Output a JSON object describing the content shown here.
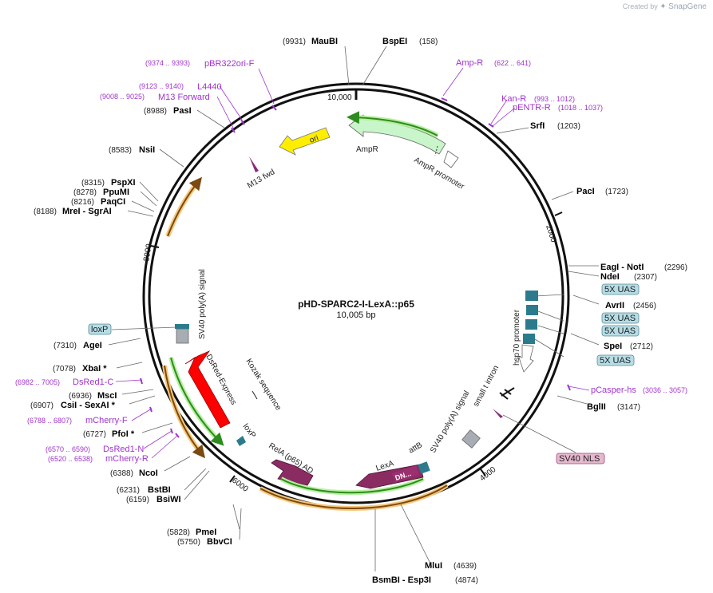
{
  "watermark": {
    "prefix": "Created by",
    "brand": "SnapGene"
  },
  "plasmid": {
    "name": "pHD-SPARC2-I-LexA::p65",
    "length_label": "10,005 bp"
  },
  "ticks": [
    "10,000",
    "2000",
    "4000",
    "6000",
    "8000"
  ],
  "sites": [
    {
      "name": "MauBI",
      "pos": "(9931)"
    },
    {
      "name": "BspEI",
      "pos": "(158)"
    },
    {
      "name": "SrfI",
      "pos": "(1203)"
    },
    {
      "name": "PacI",
      "pos": "(1723)"
    },
    {
      "name": "EagI  -  NotI",
      "pos": "(2296)"
    },
    {
      "name": "NdeI",
      "pos": "(2307)"
    },
    {
      "name": "AvrII",
      "pos": "(2456)"
    },
    {
      "name": "SpeI",
      "pos": "(2712)"
    },
    {
      "name": "BglII",
      "pos": "(3147)"
    },
    {
      "name": "MluI",
      "pos": "(4639)"
    },
    {
      "name": "BsmBI  -  Esp3I",
      "pos": "(4874)"
    },
    {
      "name": "PmeI",
      "pos": "(5828)"
    },
    {
      "name": "BbvCI",
      "pos": "(5750)"
    },
    {
      "name": "BstBI",
      "pos": "(6231)"
    },
    {
      "name": "BsiWI",
      "pos": "(6159)"
    },
    {
      "name": "NcoI",
      "pos": "(6388)"
    },
    {
      "name": "PfoI *",
      "pos": "(6727)"
    },
    {
      "name": "CsiI  -  SexAI *",
      "pos": "(6907)"
    },
    {
      "name": "MscI",
      "pos": "(6936)"
    },
    {
      "name": "XbaI *",
      "pos": "(7078)"
    },
    {
      "name": "AgeI",
      "pos": "(7310)"
    },
    {
      "name": "MreI  -  SgrAI",
      "pos": "(8188)"
    },
    {
      "name": "PaqCI",
      "pos": "(8216)"
    },
    {
      "name": "PpuMI",
      "pos": "(8278)"
    },
    {
      "name": "PspXI",
      "pos": "(8315)"
    },
    {
      "name": "NsiI",
      "pos": "(8583)"
    },
    {
      "name": "PasI",
      "pos": "(8988)"
    }
  ],
  "primers": [
    {
      "name": "pBR322ori-F",
      "range": "(9374 .. 9393)"
    },
    {
      "name": "L4440",
      "range": "(9123 .. 9140)"
    },
    {
      "name": "M13 Forward",
      "range": "(9008 .. 9025)"
    },
    {
      "name": "Amp-R",
      "range": "(622 .. 641)"
    },
    {
      "name": "Kan-R",
      "range": "(993 .. 1012)"
    },
    {
      "name": "pENTR-R",
      "range": "(1018 .. 1037)"
    },
    {
      "name": "pCasper-hs",
      "range": "(3036 .. 3057)"
    },
    {
      "name": "DsRed1-C",
      "range": "(6982 .. 7005)"
    },
    {
      "name": "mCherry-F",
      "range": "(6788 .. 6807)"
    },
    {
      "name": "DsRed1-N",
      "range": "(6570 .. 6590)"
    },
    {
      "name": "mCherry-R",
      "range": "(6520 .. 6538)"
    }
  ],
  "boxed_features": [
    "5X UAS",
    "5X UAS",
    "5X UAS",
    "5X UAS",
    "loxP",
    "SV40 NLS"
  ],
  "features": {
    "ori": "ori",
    "ampr": "AmpR",
    "ampr_promoter": "AmpR promoter",
    "m13_fwd": "M13 fwd",
    "hsp70_promoter": "hsp70 promoter",
    "small_t_intron": "small t intron",
    "sv40_polya_right": "SV40 poly(A) signal",
    "attb": "attB",
    "lexa": "LexA",
    "dn": "DN...",
    "rela": "RelA (p65) AD",
    "loxp_inner": "loxP",
    "kozak": "Kozak sequence",
    "dsred": "DsRed-Express",
    "sv40_polya_left": "SV40 poly(A) signal"
  }
}
